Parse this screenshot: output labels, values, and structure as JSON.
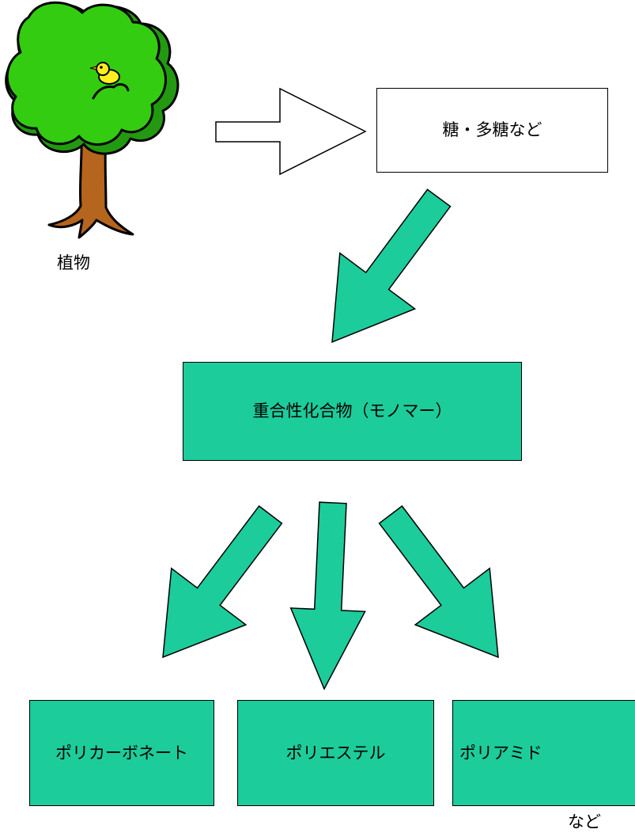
{
  "colors": {
    "accent": "#1ccc9b",
    "tree_foliage": "#33cc11",
    "tree_trunk": "#b5651d",
    "bird": "#ffee22"
  },
  "plant_label": "植物",
  "sugar_box": "糖・多糖など",
  "monomer_box": "重合性化合物（モノマー）",
  "products": [
    "ポリカーボネート",
    "ポリエステル",
    "ポリアミド"
  ],
  "footnote": "など",
  "icons": [
    "tree-icon",
    "bird-icon"
  ]
}
